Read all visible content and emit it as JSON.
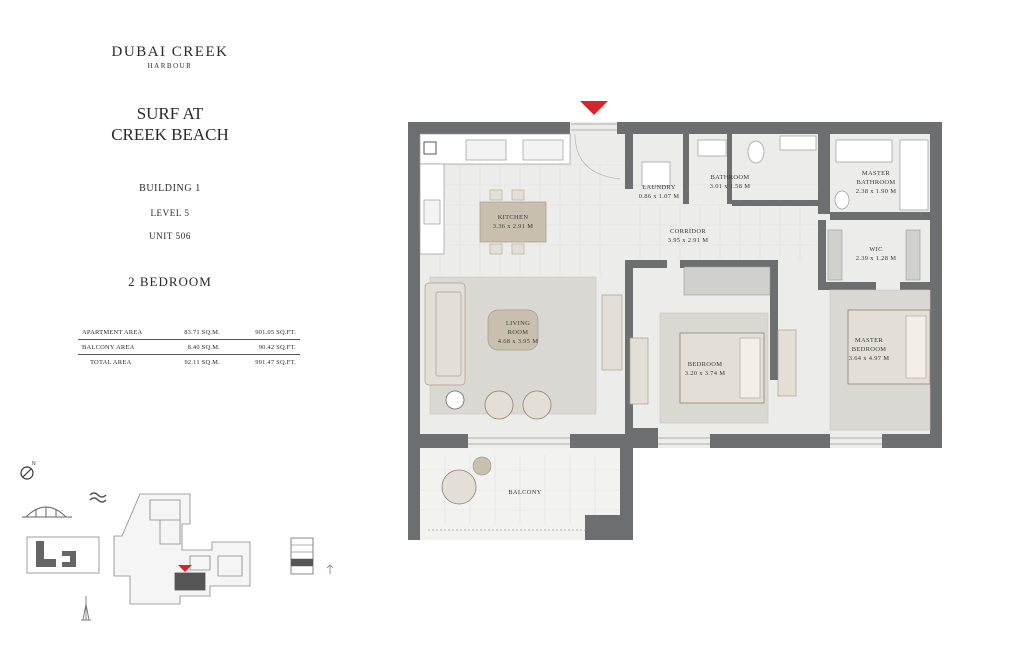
{
  "brand": {
    "name": "DUBAI CREEK",
    "sub": "HARBOUR"
  },
  "project": {
    "line1": "SURF AT",
    "line2": "CREEK BEACH"
  },
  "building": "BUILDING 1",
  "level": "LEVEL 5",
  "unit": "UNIT 506",
  "type": "2 BEDROOM",
  "areas": [
    {
      "label": "APARTMENT AREA",
      "sqm": "83.71 SQ.M.",
      "sqft": "901.05 SQ.FT."
    },
    {
      "label": "BALCONY AREA",
      "sqm": "8.40 SQ.M.",
      "sqft": "90.42 SQ.FT."
    },
    {
      "label": "TOTAL AREA",
      "sqm": "92.11 SQ.M.",
      "sqft": "991.47 SQ.FT."
    }
  ],
  "rooms": {
    "kitchen": {
      "name": "KITCHEN",
      "dim": "3.36 x 2.91 M"
    },
    "living": {
      "name1": "LIVING",
      "name2": "ROOM",
      "dim": "4.68 x 3.95 M"
    },
    "laundry": {
      "name": "LAUNDRY",
      "dim": "0.86 x 1.07 M"
    },
    "bathroom": {
      "name": "BATHROOM",
      "dim": "3.01 x 1.58 M"
    },
    "master_bath": {
      "name1": "MASTER",
      "name2": "BATHROOM",
      "dim": "2.38 x 1.90 M"
    },
    "corridor": {
      "name": "CORRIDOR",
      "dim": "3.95 x 2.91 M"
    },
    "wic": {
      "name": "WIC",
      "dim": "2.39 x 1.28 M"
    },
    "bedroom": {
      "name": "BEDROOM",
      "dim": "3.20 x 3.74 M"
    },
    "master_bed": {
      "name1": "MASTER",
      "name2": "BEDROOM",
      "dim": "3.64 x 4.97 M"
    },
    "balcony": {
      "name": "BALCONY"
    }
  },
  "colors": {
    "wall": "#6d6e70",
    "floor": "#ececea",
    "rug": "#d9d8d3",
    "furniture": "#e4dfd6",
    "accent": "#d9252a"
  }
}
